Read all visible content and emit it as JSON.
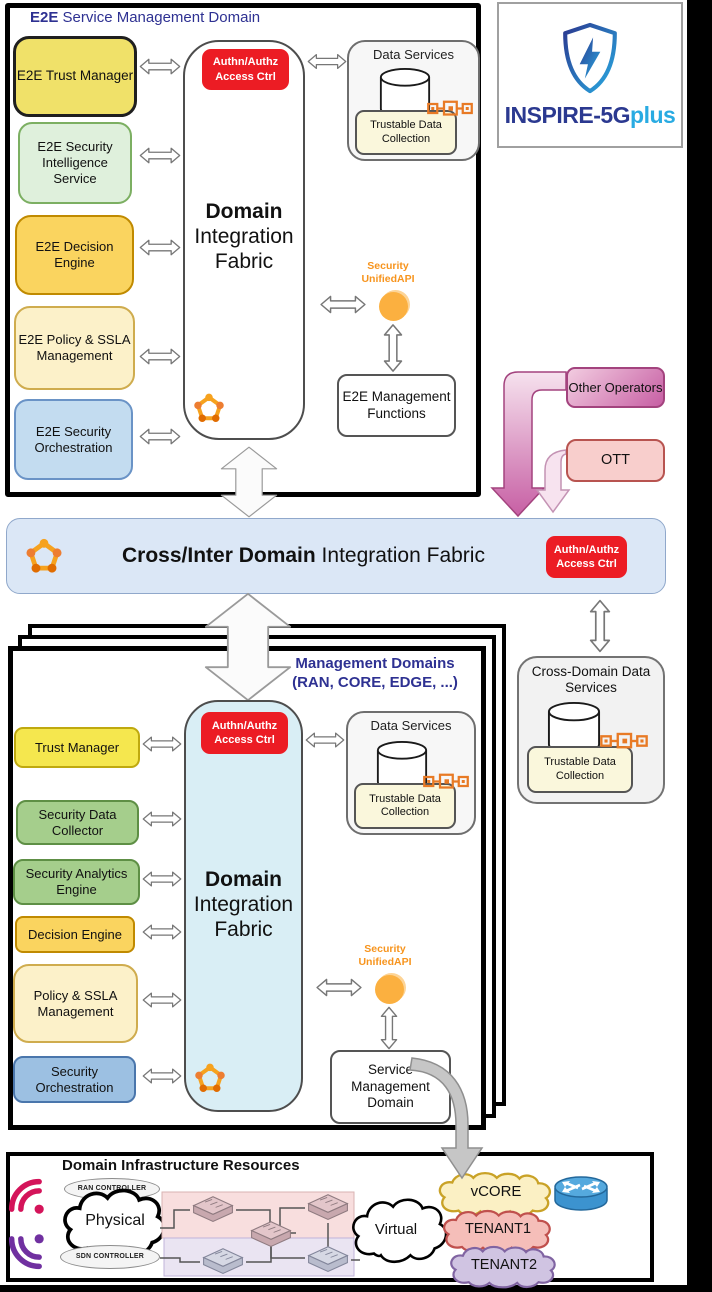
{
  "colors": {
    "navy": "#2E3192",
    "badge_red": "#EC1C24",
    "api_orange": "#F7941D",
    "bar_bg": "#DBE7F6",
    "fabric2_bg": "#D9EEF5",
    "logo_dark": "#2B3990",
    "logo_light": "#29ABE2"
  },
  "logo": {
    "name": "INSPIRE-5G",
    "suffix": "plus"
  },
  "e2e": {
    "title": {
      "bold": "E2E",
      "rest": " Service Management Domain"
    },
    "components": [
      {
        "label": "E2E Trust Manager"
      },
      {
        "label": "E2E Security Intelligence Service"
      },
      {
        "label": "E2E Decision Engine"
      },
      {
        "label": "E2E Policy & SSLA Management"
      },
      {
        "label": "E2E Security Orchestration"
      }
    ],
    "fabric": {
      "l1": "Domain",
      "l2": "Integration",
      "l3": "Fabric"
    },
    "mgmt_functions": "E2E Management Functions"
  },
  "authn": {
    "l1": "Authn/Authz",
    "l2": "Access Ctrl"
  },
  "ds": {
    "title": "Data Services",
    "inner": "Trustable Data Collection"
  },
  "api": {
    "l1": "Security",
    "l2": "UnifiedAPI"
  },
  "bar": {
    "bold": "Cross/Inter Domain",
    "rest": " Integration Fabric"
  },
  "external": {
    "other_operators": "Other Operators",
    "ott": "OTT"
  },
  "cross_domain": {
    "title": "Cross-Domain Data Services",
    "inner": "Trustable Data Collection"
  },
  "mgmt": {
    "title": {
      "l1": "Management Domains",
      "l2": "(RAN, CORE, EDGE, ...)"
    },
    "components": [
      {
        "label": "Trust Manager"
      },
      {
        "label": "Security Data Collector"
      },
      {
        "label": "Security Analytics Engine"
      },
      {
        "label": "Decision Engine"
      },
      {
        "label": "Policy & SSLA Management"
      },
      {
        "label": "Security Orchestration"
      }
    ],
    "fabric": {
      "l1": "Domain",
      "l2": "Integration",
      "l3": "Fabric"
    },
    "service_mgmt": "Service Management Domain"
  },
  "infra": {
    "title": "Domain Infrastructure Resources",
    "physical": "Physical",
    "virtual": "Virtual",
    "ran": "RAN CONTROLLER",
    "sdn": "SDN CONTROLLER",
    "clouds": [
      {
        "label": "vCORE"
      },
      {
        "label": "TENANT1"
      },
      {
        "label": "TENANT2"
      }
    ]
  }
}
